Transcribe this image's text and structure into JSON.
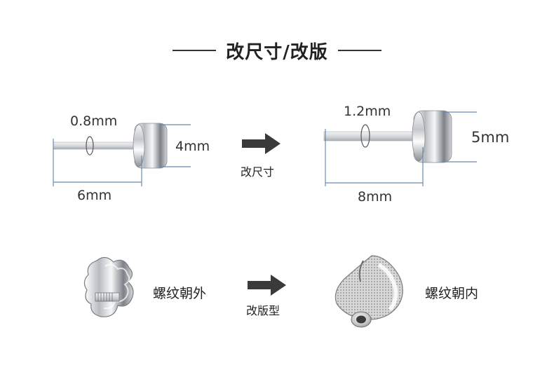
{
  "title": "改尺寸/改版",
  "before": {
    "gauge": "0.8mm",
    "diameter": "4mm",
    "length": "6mm"
  },
  "after": {
    "gauge": "1.2mm",
    "diameter": "5mm",
    "length": "8mm"
  },
  "arrow1_label": "改尺寸",
  "arrow2_label": "改版型",
  "back_before_label": "螺纹朝外",
  "back_after_label": "螺纹朝内",
  "colors": {
    "guide": "#6a8bb0",
    "metal": "#c9ccd0"
  }
}
